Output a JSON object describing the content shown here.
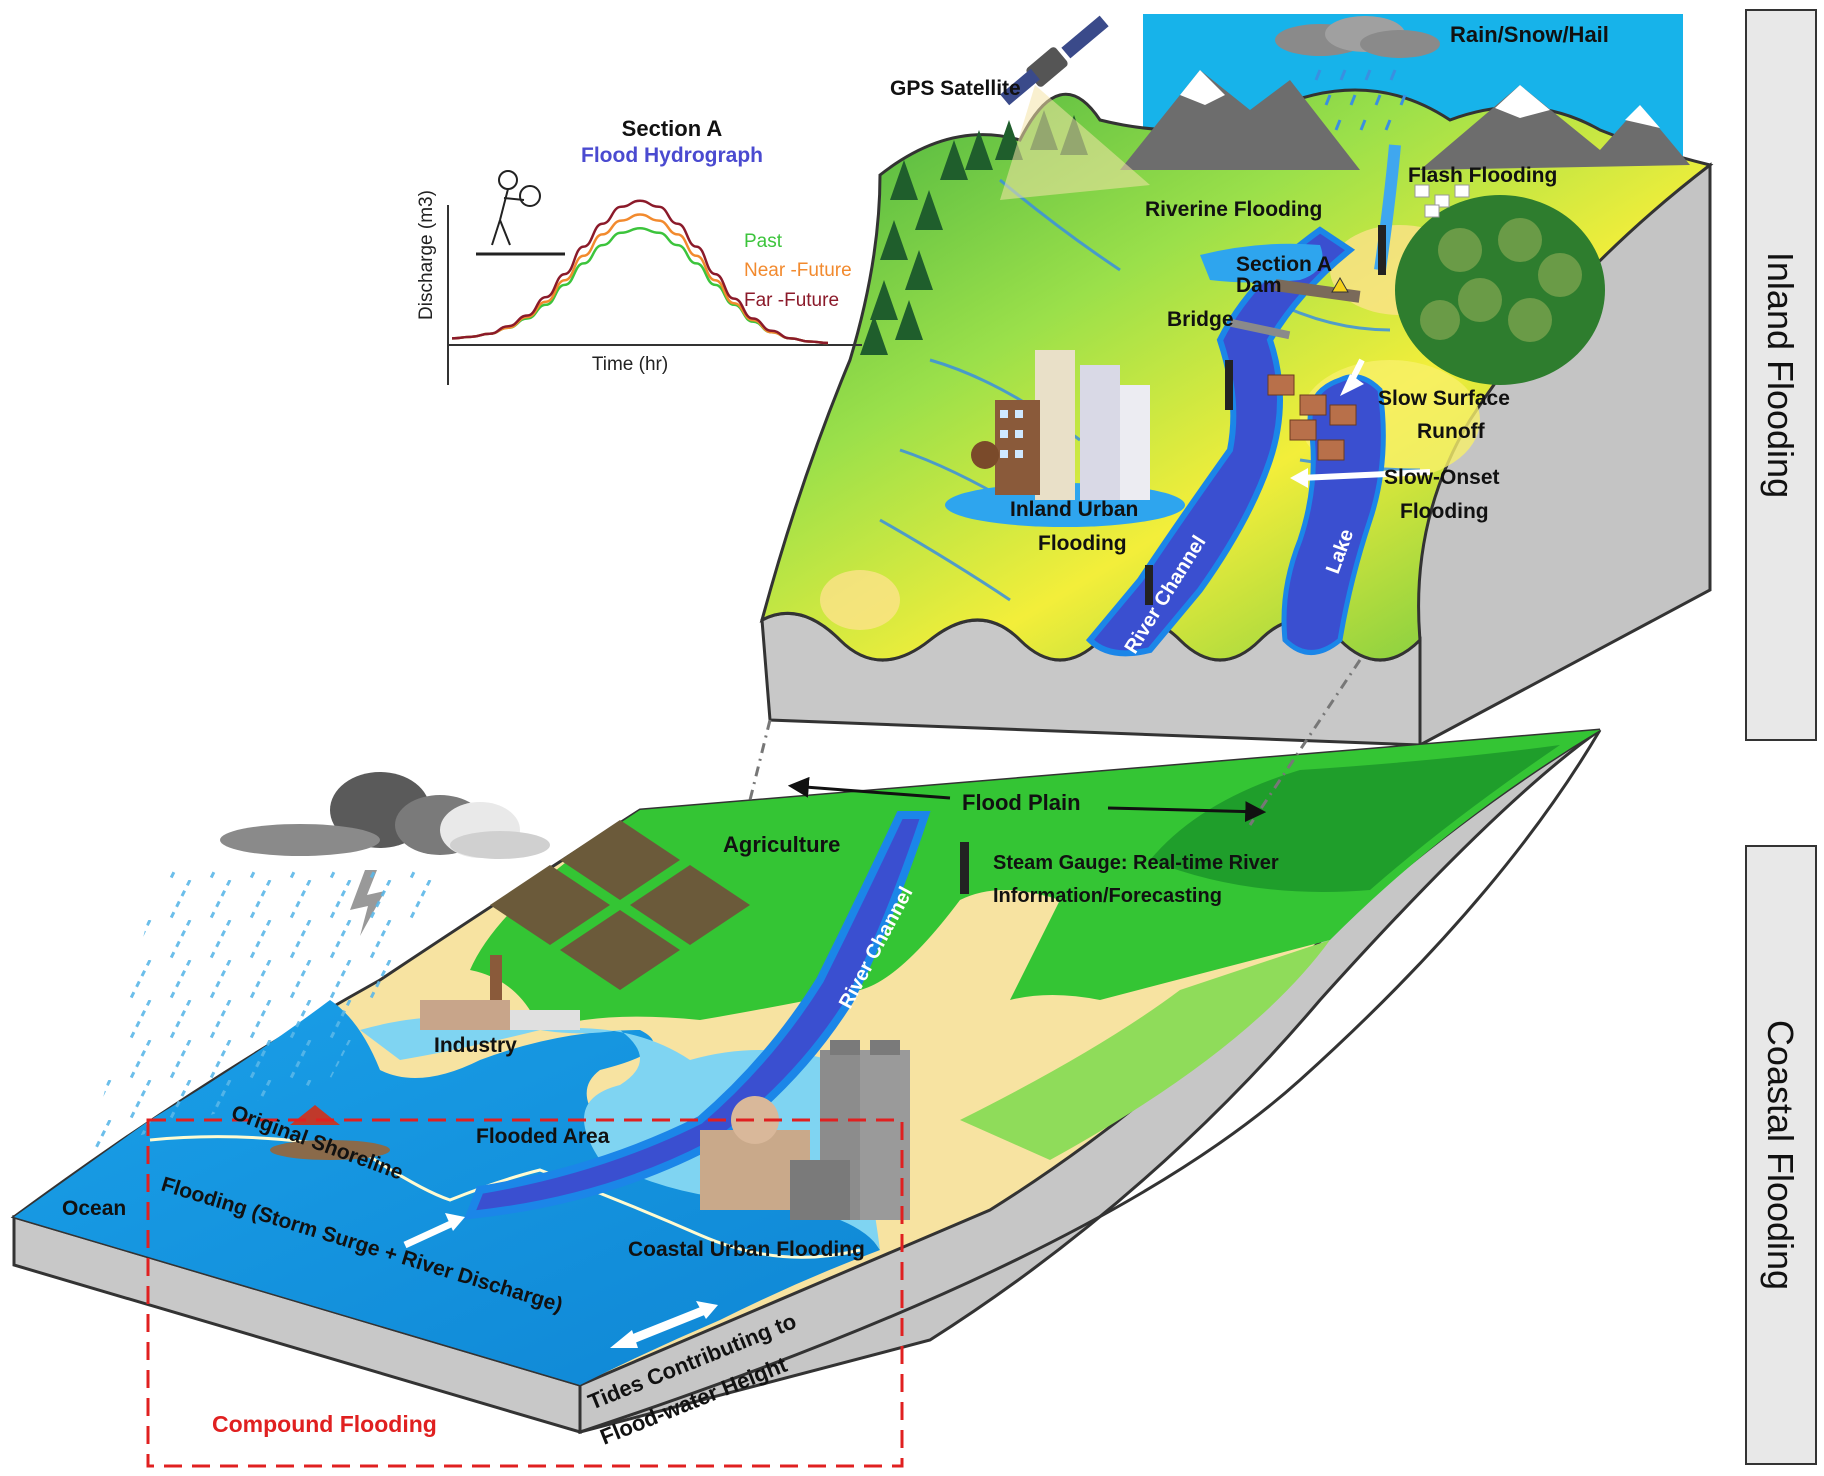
{
  "side_panels": {
    "inland": "Inland Flooding",
    "coastal": "Coastal Flooding"
  },
  "hydrograph": {
    "title": "Section A",
    "subtitle": "Flood Hydrograph",
    "ylabel": "Discharge (m3)",
    "xlabel": "Time (hr)",
    "legend": {
      "past": "Past",
      "near": "Near -Future",
      "far": "Far -Future"
    },
    "colors": {
      "past": "#3cc43c",
      "near": "#f28a2e",
      "far": "#8b1a2a",
      "subtitle": "#4a4ad0"
    }
  },
  "chart_data": {
    "type": "line",
    "title": "Section A",
    "subtitle": "Flood Hydrograph",
    "xlabel": "Time (hr)",
    "ylabel": "Discharge (m3)",
    "x": [
      0,
      1,
      2,
      3,
      4,
      5,
      6,
      7,
      8,
      9,
      10,
      11,
      12,
      13,
      14,
      15,
      16,
      17,
      18,
      19,
      20
    ],
    "series": [
      {
        "name": "Past",
        "color": "#3cc43c",
        "values": [
          0.03,
          0.04,
          0.06,
          0.1,
          0.16,
          0.25,
          0.38,
          0.52,
          0.64,
          0.72,
          0.75,
          0.72,
          0.64,
          0.52,
          0.38,
          0.25,
          0.14,
          0.07,
          0.03,
          0.01,
          0.0
        ]
      },
      {
        "name": "Near -Future",
        "color": "#f28a2e",
        "values": [
          0.03,
          0.04,
          0.06,
          0.1,
          0.17,
          0.27,
          0.41,
          0.57,
          0.71,
          0.8,
          0.84,
          0.8,
          0.71,
          0.57,
          0.41,
          0.26,
          0.15,
          0.07,
          0.03,
          0.01,
          0.0
        ]
      },
      {
        "name": "Far -Future",
        "color": "#8b1a2a",
        "values": [
          0.03,
          0.04,
          0.06,
          0.11,
          0.18,
          0.3,
          0.45,
          0.63,
          0.78,
          0.89,
          0.93,
          0.89,
          0.78,
          0.63,
          0.45,
          0.29,
          0.16,
          0.08,
          0.03,
          0.01,
          0.0
        ]
      }
    ],
    "ylim": [
      0,
      1
    ],
    "grid": false,
    "legend_position": "right"
  },
  "labels": {
    "rain": "Rain/Snow/Hail",
    "gps": "GPS Satellite",
    "flash": "Flash Flooding",
    "riverine": "Riverine Flooding",
    "section_a": "Section A",
    "dam": "Dam",
    "bridge": "Bridge",
    "slow_runoff_1": "Slow Surface",
    "slow_runoff_2": "Runoff",
    "slow_onset_1": "Slow-Onset",
    "slow_onset_2": "Flooding",
    "inland_urban_1": "Inland Urban",
    "inland_urban_2": "Flooding",
    "river_channel_top": "River Channel",
    "lake": "Lake",
    "flood_plain": "Flood Plain",
    "agriculture": "Agriculture",
    "stream_gauge_1": "Steam Gauge: Real-time River",
    "stream_gauge_2": "Information/Forecasting",
    "river_channel_bottom": "River Channel",
    "industry": "Industry",
    "original_shoreline": "Original Shoreline",
    "flooded_area": "Flooded Area",
    "ocean": "Ocean",
    "flooding_surge": "Flooding (Storm Surge + River Discharge)",
    "coastal_urban": "Coastal Urban Flooding",
    "tides_1": "Tides Contributing to",
    "tides_2": "Flood-water Height",
    "compound": "Compound Flooding"
  },
  "colors": {
    "sky": "#17b3ea",
    "river": "#3a4fd0",
    "ocean": "#1a9fe6",
    "compound": "#e02020",
    "ground": "#c8c8c8"
  }
}
